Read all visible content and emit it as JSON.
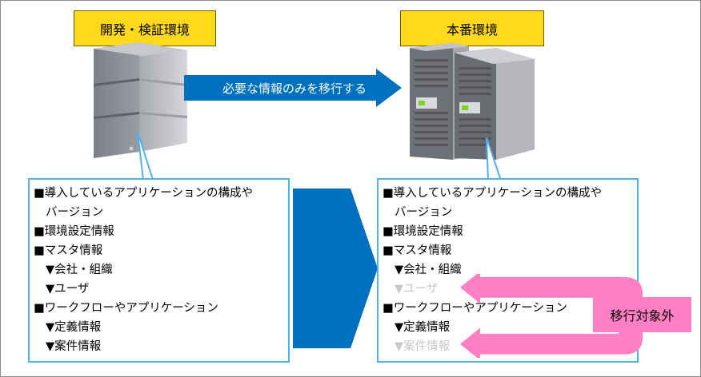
{
  "dev_env": {
    "label": "開発・検証環境",
    "items": [
      "■導入しているアプリケーションの構成や",
      "バージョン",
      "■環境設定情報",
      "■マスタ情報",
      "▼会社・組織",
      "▼ユーザ",
      "■ワークフローやアプリケーション",
      "▼定義情報",
      "▼案件情報"
    ]
  },
  "prod_env": {
    "label": "本番環境",
    "items": [
      "■導入しているアプリケーションの構成や",
      "バージョン",
      "■環境設定情報",
      "■マスタ情報",
      "▼会社・組織",
      "▼ユーザ",
      "■ワークフローやアプリケーション",
      "▼定義情報",
      "▼案件情報"
    ]
  },
  "migration_arrow_text": "必要な情報のみを移行する",
  "excluded_label": "移行対象外",
  "colors": {
    "label_bg": "#ffd91a",
    "arrow_blue": "#0070c0",
    "box_border": "#4db3ee",
    "pink": "#ff7fc5",
    "faded_text": "#c8c8c8"
  }
}
